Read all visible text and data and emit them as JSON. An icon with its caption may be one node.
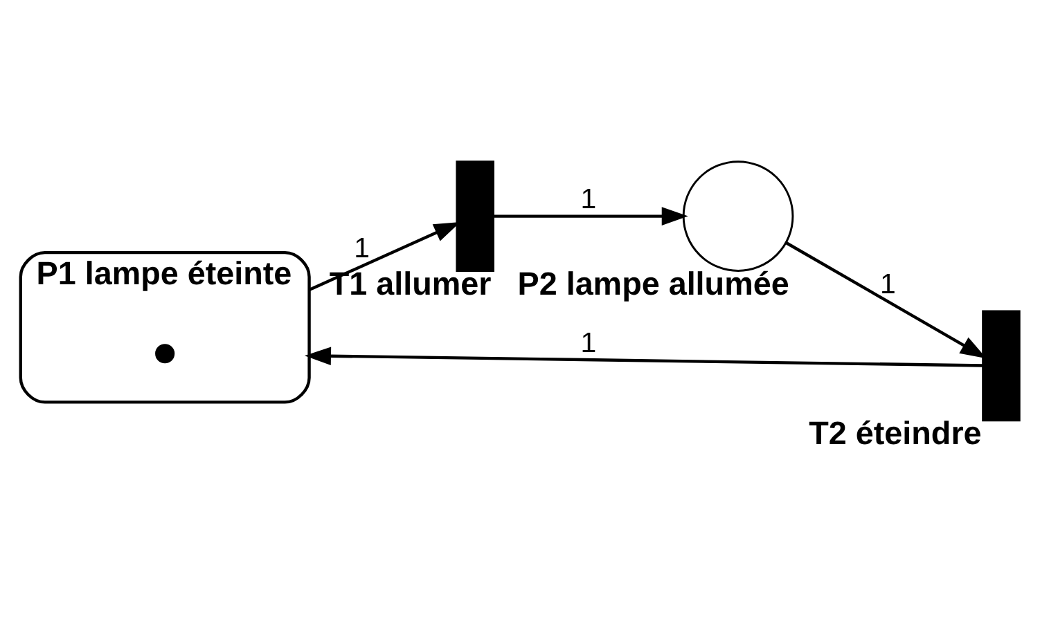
{
  "diagram": {
    "nodes": [
      {
        "text": [
          "P1 lampe éteinte"
        ]
      },
      {
        "text": [],
        "shape": "dot",
        "in": 0
      },
      {
        "text": [
          "T1 allumer"
        ]
      },
      {
        "text": [
          "P2 lampe allumée"
        ]
      },
      {
        "text": [
          "T2 éteindre"
        ]
      }
    ],
    "edges": [
      {
        "from": 4,
        "to": 1,
        "arrow": "to",
        "label": "1"
      },
      {
        "from": 1,
        "to": 2,
        "arrow": "to",
        "label": "1"
      },
      {
        "from": 2,
        "to": 3,
        "arrow": "to",
        "label": "1"
      },
      {
        "from": 3,
        "to": 4,
        "arrow": "to",
        "label": "1"
      }
    ]
  }
}
